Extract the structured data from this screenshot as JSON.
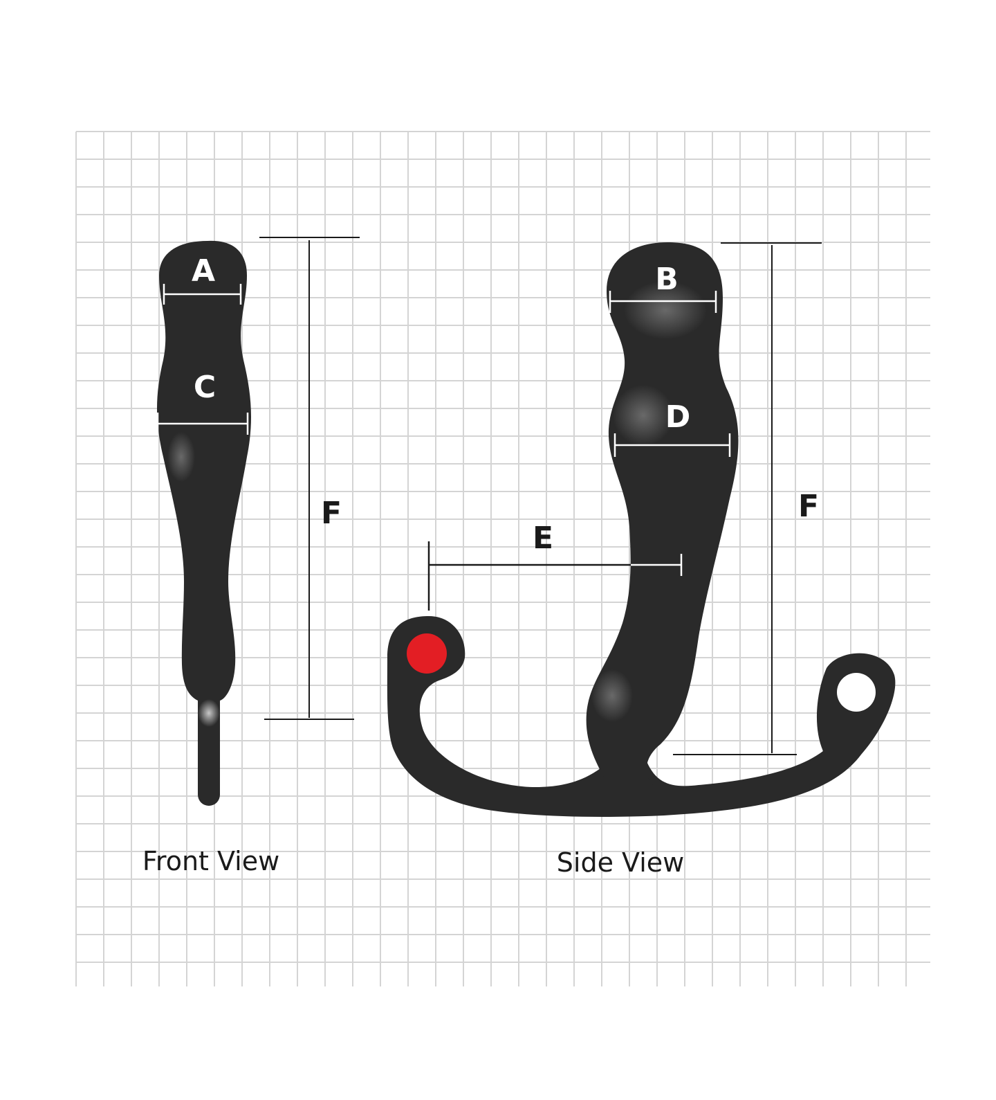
{
  "labels": {
    "a": "A",
    "b": "B",
    "c": "C",
    "d": "D",
    "e": "E",
    "f_front": "F",
    "f_side": "F"
  },
  "captions": {
    "front": "Front View",
    "side": "Side View"
  },
  "colors": {
    "background": "#ffffff",
    "grid_line": "#d4d4d4",
    "body": "#2a2a2a",
    "body_highlight": "#6a6a6a",
    "dimension_on_body": "#ffffff",
    "dimension_off_body": "#1a1a1a",
    "marker": "#e31e24"
  }
}
